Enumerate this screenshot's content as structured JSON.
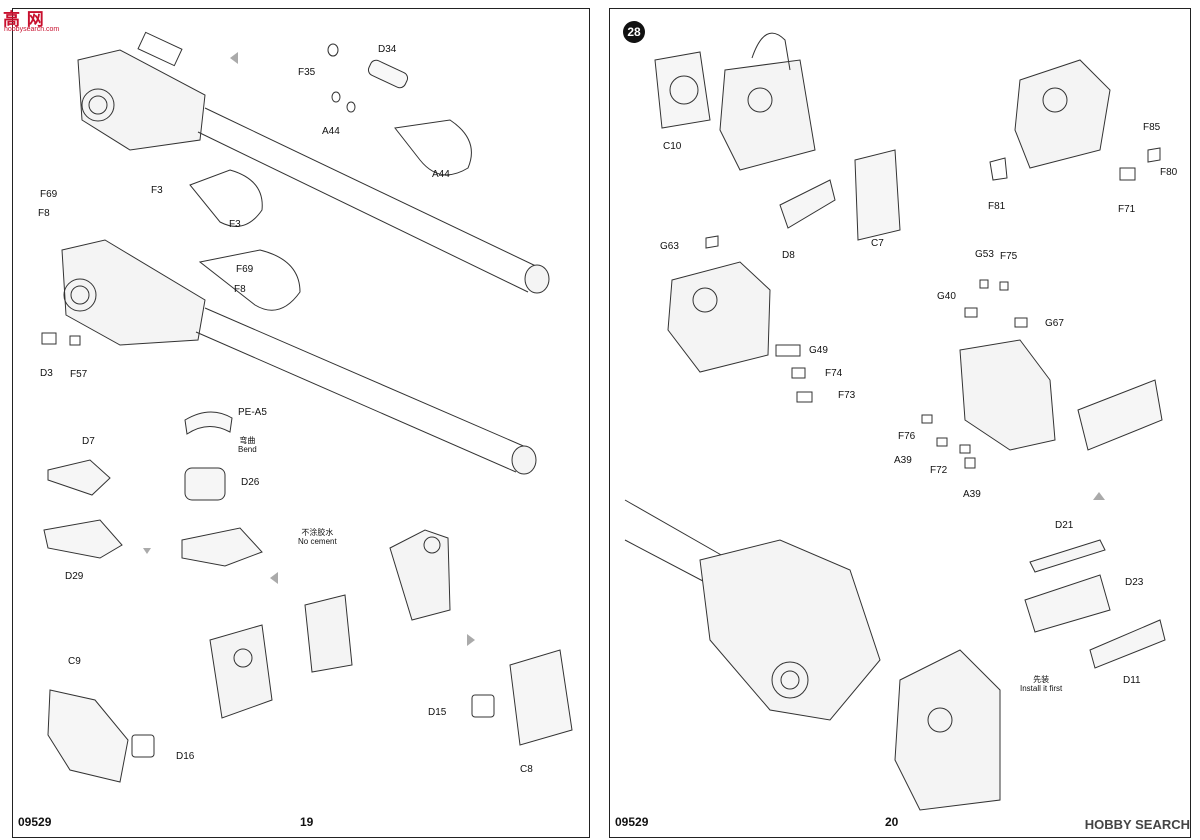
{
  "watermark": {
    "logo": "高 网",
    "logo_sub": "hobbysearch.com",
    "source": "HOBBY SEARCH"
  },
  "left_page": {
    "product_code": "09529",
    "page_number": "19",
    "parts": [
      "D34",
      "F35",
      "A44",
      "A44",
      "F3",
      "F3",
      "F69",
      "F8",
      "F69",
      "F8",
      "D3",
      "F57",
      "PE-A5",
      "D26",
      "D7",
      "D29",
      "C9",
      "D16",
      "D15",
      "C8"
    ],
    "notes": {
      "bend_cn": "弯曲",
      "bend_en": "Bend",
      "no_cement_cn": "不涂胶水",
      "no_cement_en": "No cement"
    }
  },
  "right_page": {
    "product_code": "09529",
    "page_number": "20",
    "step": "28",
    "parts": [
      "C10",
      "C7",
      "D8",
      "F85",
      "F80",
      "F81",
      "F71",
      "G63",
      "G49",
      "F74",
      "F73",
      "G53",
      "F75",
      "G40",
      "G67",
      "F76",
      "A39",
      "F72",
      "A39",
      "D21",
      "D23",
      "D11"
    ],
    "notes": {
      "install_first_cn": "先装",
      "install_first_en": "Install it first"
    }
  }
}
